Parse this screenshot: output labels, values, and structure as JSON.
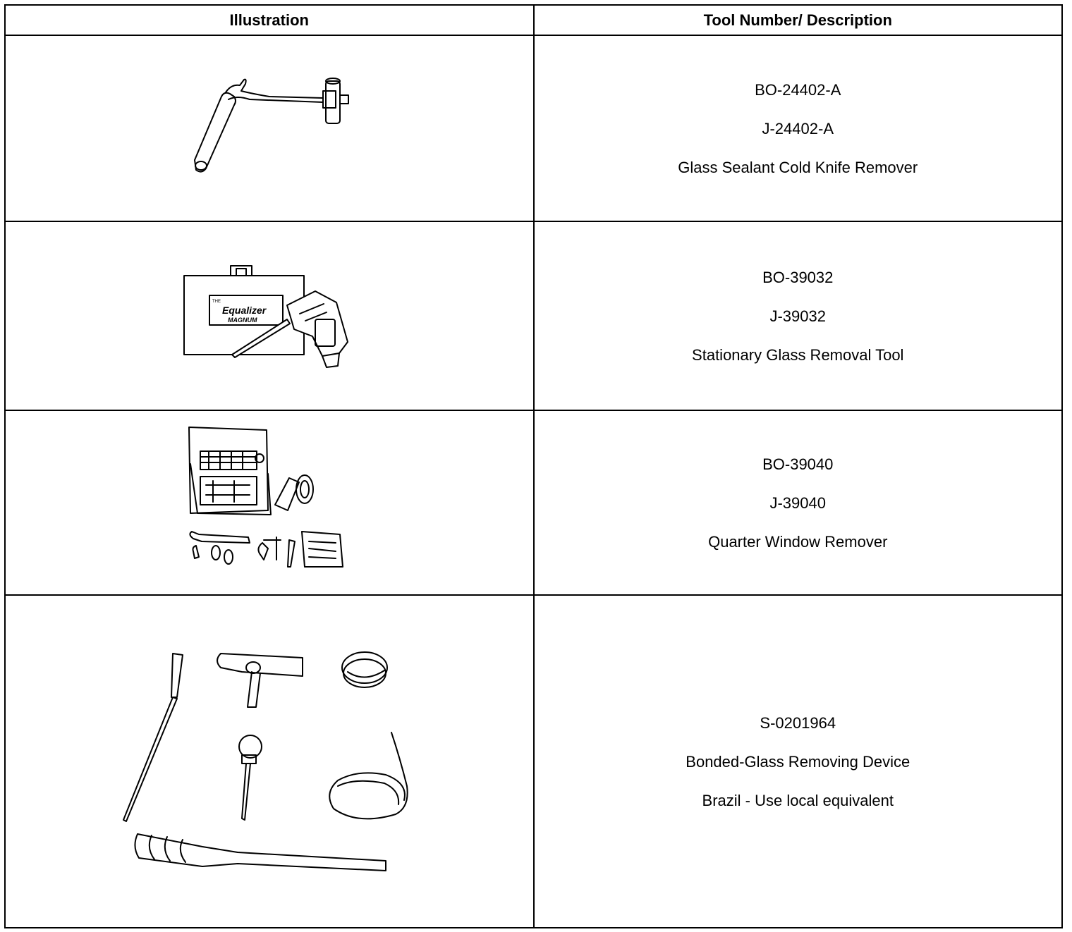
{
  "table": {
    "headers": {
      "illustration": "Illustration",
      "tool": "Tool Number/ Description"
    },
    "rows": [
      {
        "lines": [
          "BO-24402-A",
          "J-24402-A",
          "Glass Sealant Cold Knife Remover"
        ],
        "icon": "cold-knife-remover-illustration"
      },
      {
        "lines": [
          "BO-39032",
          "J-39032",
          "Stationary Glass Removal Tool"
        ],
        "icon": "glass-removal-tool-kit-illustration",
        "logo_text": [
          "THE",
          "Equalizer",
          "MAGNUM"
        ]
      },
      {
        "lines": [
          "BO-39040",
          "J-39040",
          "Quarter Window Remover"
        ],
        "icon": "quarter-window-remover-kit-illustration"
      },
      {
        "lines": [
          "S-0201964",
          "Bonded-Glass Removing Device",
          "Brazil - Use local equivalent"
        ],
        "icon": "bonded-glass-removing-device-illustration"
      }
    ]
  }
}
